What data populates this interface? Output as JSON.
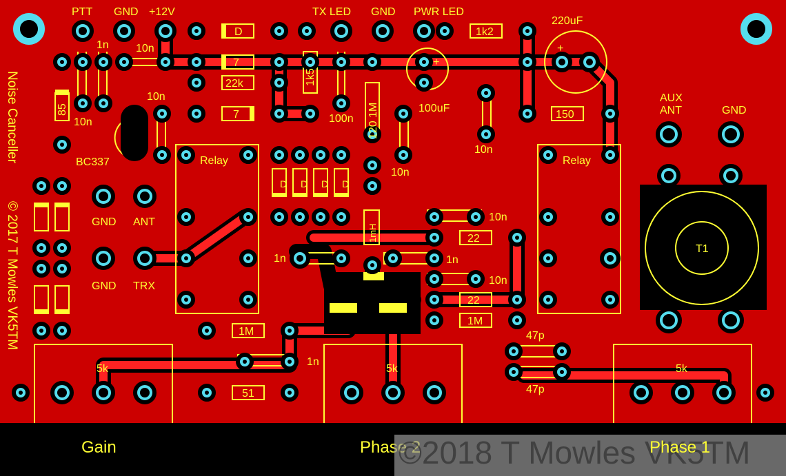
{
  "colors": {
    "board": "#cc0000",
    "trace": "#ff2222",
    "pad": "#55ddee",
    "silk": "#ffff33",
    "footer": "#000000"
  },
  "silk_labels": {
    "ptt": "PTT",
    "gnd": "GND",
    "v12": "+12V",
    "tx_led": "TX LED",
    "pwr_led": "PWR LED",
    "c220": "220uF",
    "c100": "100uF",
    "plus": "+",
    "aux": "AUX",
    "ant_word": "ANT",
    "relay": "Relay",
    "bc337": "BC337",
    "ant": "ANT",
    "trx": "TRX",
    "t1": "T1",
    "title": "Noise Canceller",
    "copyright_vertical": "© 2017 T Mowles VK5TM",
    "n1": "1n",
    "n10": "10n",
    "n100": "100n",
    "p47": "47p",
    "k5": "5k",
    "uh": "1mH"
  },
  "components": {
    "diode": "D",
    "r_1k2": "1k2",
    "r_7": "7",
    "r_22k": "22k",
    "r_1k5": "1k5",
    "r_120": "120",
    "r_1m": "1M",
    "r_150": "150",
    "r_22": "22",
    "r_51": "51",
    "r_85": "85"
  },
  "footer": {
    "gain": "Gain",
    "phase2": "Phase 2",
    "phase1": "Phase 1"
  },
  "watermark": "©2018 T Mowles VK5TM"
}
